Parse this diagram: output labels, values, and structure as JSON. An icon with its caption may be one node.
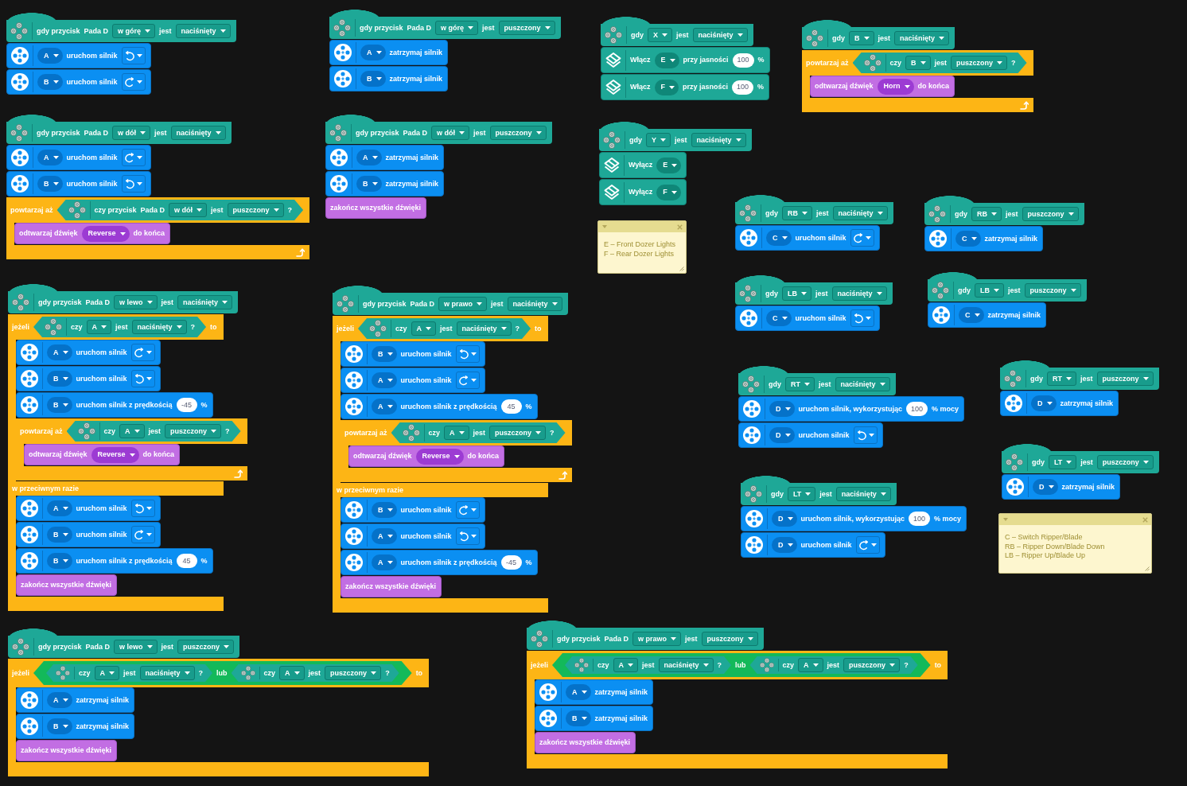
{
  "diagram": {
    "nodes": [
      {
        "text": [
          "gdy przycisk",
          "Pada D",
          "w górę",
          "jest",
          "naciśnięty"
        ]
      },
      {
        "text": [
          "A",
          "uruchom silnik"
        ]
      },
      {
        "text": [
          "B",
          "uruchom silnik"
        ]
      },
      {
        "text": [
          "gdy przycisk",
          "Pada D",
          "w górę",
          "jest",
          "puszczony"
        ]
      },
      {
        "text": [
          "A",
          "zatrzymaj silnik"
        ]
      },
      {
        "text": [
          "B",
          "zatrzymaj silnik"
        ]
      },
      {
        "text": [
          "gdy",
          "X",
          "jest",
          "naciśnięty"
        ]
      },
      {
        "text": [
          "Włącz",
          "E",
          "przy jasności",
          "100",
          "%"
        ]
      },
      {
        "text": [
          "Włącz",
          "F",
          "przy jasności",
          "100",
          "%"
        ]
      },
      {
        "text": [
          "gdy",
          "B",
          "jest",
          "naciśnięty"
        ]
      },
      {
        "text": [
          "powtarzaj aż"
        ]
      },
      {
        "text": [
          "czy",
          "B",
          "jest",
          "puszczony",
          "?"
        ],
        "in": 10
      },
      {
        "text": [
          "odtwarzaj dźwięk",
          "Horn",
          "do końca"
        ],
        "in": 10
      },
      {
        "text": [
          "gdy przycisk",
          "Pada D",
          "w dół",
          "jest",
          "naciśnięty"
        ]
      },
      {
        "text": [
          "A",
          "uruchom silnik"
        ]
      },
      {
        "text": [
          "B",
          "uruchom silnik"
        ]
      },
      {
        "text": [
          "powtarzaj aż"
        ]
      },
      {
        "text": [
          "czy przycisk",
          "Pada D",
          "w dół",
          "jest",
          "puszczony",
          "?"
        ],
        "in": 16
      },
      {
        "text": [
          "odtwarzaj dźwięk",
          "Reverse",
          "do końca"
        ],
        "in": 16
      },
      {
        "text": [
          "gdy przycisk",
          "Pada D",
          "w dół",
          "jest",
          "puszczony"
        ]
      },
      {
        "text": [
          "A",
          "zatrzymaj silnik"
        ]
      },
      {
        "text": [
          "B",
          "zatrzymaj silnik"
        ]
      },
      {
        "text": [
          "zakończ wszystkie dźwięki"
        ]
      },
      {
        "text": [
          "gdy",
          "Y",
          "jest",
          "naciśnięty"
        ]
      },
      {
        "text": [
          "Wyłącz",
          "E"
        ]
      },
      {
        "text": [
          "Wyłącz",
          "F"
        ]
      },
      {
        "text": [
          "E – Front Dozer Lights",
          "F – Rear Dozer Lights"
        ]
      },
      {
        "text": [
          "gdy",
          "RB",
          "jest",
          "naciśnięty"
        ]
      },
      {
        "text": [
          "C",
          "uruchom silnik"
        ]
      },
      {
        "text": [
          "gdy",
          "RB",
          "jest",
          "puszczony"
        ]
      },
      {
        "text": [
          "C",
          "zatrzymaj silnik"
        ]
      },
      {
        "text": [
          "gdy",
          "LB",
          "jest",
          "naciśnięty"
        ]
      },
      {
        "text": [
          "C",
          "uruchom silnik"
        ]
      },
      {
        "text": [
          "gdy",
          "LB",
          "jest",
          "puszczony"
        ]
      },
      {
        "text": [
          "C",
          "zatrzymaj silnik"
        ]
      },
      {
        "text": [
          "gdy przycisk",
          "Pada D",
          "w lewo",
          "jest",
          "naciśnięty"
        ]
      },
      {
        "text": [
          "jeżeli",
          "to",
          "w przeciwnym razie"
        ]
      },
      {
        "text": [
          "czy",
          "A",
          "jest",
          "naciśnięty",
          "?"
        ],
        "in": 36
      },
      {
        "text": [
          "A",
          "uruchom silnik"
        ],
        "in": 36
      },
      {
        "text": [
          "B",
          "uruchom silnik"
        ],
        "in": 36
      },
      {
        "text": [
          "B",
          "uruchom silnik z prędkością",
          "-45",
          "%"
        ],
        "in": 36
      },
      {
        "text": [
          "powtarzaj aż"
        ],
        "in": 36
      },
      {
        "text": [
          "czy",
          "A",
          "jest",
          "puszczony",
          "?"
        ],
        "in": 41
      },
      {
        "text": [
          "odtwarzaj dźwięk",
          "Reverse",
          "do końca"
        ],
        "in": 41
      },
      {
        "text": [
          "A",
          "uruchom silnik"
        ],
        "in": 36
      },
      {
        "text": [
          "B",
          "uruchom silnik"
        ],
        "in": 36
      },
      {
        "text": [
          "B",
          "uruchom silnik z prędkością",
          "45",
          "%"
        ],
        "in": 36
      },
      {
        "text": [
          "zakończ wszystkie dźwięki"
        ],
        "in": 36
      },
      {
        "text": [
          "gdy przycisk",
          "Pada D",
          "w prawo",
          "jest",
          "naciśnięty"
        ]
      },
      {
        "text": [
          "jeżeli",
          "to",
          "w przeciwnym razie"
        ]
      },
      {
        "text": [
          "czy",
          "A",
          "jest",
          "naciśnięty",
          "?"
        ],
        "in": 49
      },
      {
        "text": [
          "B",
          "uruchom silnik"
        ],
        "in": 49
      },
      {
        "text": [
          "A",
          "uruchom silnik"
        ],
        "in": 49
      },
      {
        "text": [
          "A",
          "uruchom silnik z prędkością",
          "45",
          "%"
        ],
        "in": 49
      },
      {
        "text": [
          "powtarzaj aż"
        ],
        "in": 49
      },
      {
        "text": [
          "czy",
          "A",
          "jest",
          "puszczony",
          "?"
        ],
        "in": 54
      },
      {
        "text": [
          "odtwarzaj dźwięk",
          "Reverse",
          "do końca"
        ],
        "in": 54
      },
      {
        "text": [
          "B",
          "uruchom silnik"
        ],
        "in": 49
      },
      {
        "text": [
          "A",
          "uruchom silnik"
        ],
        "in": 49
      },
      {
        "text": [
          "A",
          "uruchom silnik z prędkością",
          "-45",
          "%"
        ],
        "in": 49
      },
      {
        "text": [
          "zakończ wszystkie dźwięki"
        ],
        "in": 49
      },
      {
        "text": [
          "gdy",
          "RT",
          "jest",
          "naciśnięty"
        ]
      },
      {
        "text": [
          "D",
          "uruchom silnik, wykorzystując",
          "100",
          "% mocy"
        ]
      },
      {
        "text": [
          "D",
          "uruchom silnik"
        ]
      },
      {
        "text": [
          "gdy",
          "RT",
          "jest",
          "puszczony"
        ]
      },
      {
        "text": [
          "D",
          "zatrzymaj silnik"
        ]
      },
      {
        "text": [
          "gdy",
          "LT",
          "jest",
          "puszczony"
        ]
      },
      {
        "text": [
          "D",
          "zatrzymaj silnik"
        ]
      },
      {
        "text": [
          "gdy",
          "LT",
          "jest",
          "naciśnięty"
        ]
      },
      {
        "text": [
          "D",
          "uruchom silnik, wykorzystując",
          "100",
          "% mocy"
        ]
      },
      {
        "text": [
          "D",
          "uruchom silnik"
        ]
      },
      {
        "text": [
          "C – Switch Ripper/Blade",
          "RB – Ripper Down/Blade Down",
          "LB – Ripper Up/Blade Up"
        ]
      },
      {
        "text": [
          "gdy przycisk",
          "Pada D",
          "w lewo",
          "jest",
          "puszczony"
        ]
      },
      {
        "text": [
          "jeżeli",
          "to"
        ]
      },
      {
        "text": [
          "lub"
        ],
        "in": 73
      },
      {
        "text": [
          "czy",
          "A",
          "jest",
          "naciśnięty",
          "?"
        ],
        "in": 74
      },
      {
        "text": [
          "czy",
          "A",
          "jest",
          "puszczony",
          "?"
        ],
        "in": 74
      },
      {
        "text": [
          "A",
          "zatrzymaj silnik"
        ],
        "in": 73
      },
      {
        "text": [
          "B",
          "zatrzymaj silnik"
        ],
        "in": 73
      },
      {
        "text": [
          "zakończ wszystkie dźwięki"
        ],
        "in": 73
      },
      {
        "text": [
          "gdy przycisk",
          "Pada D",
          "w prawo",
          "jest",
          "puszczony"
        ]
      },
      {
        "text": [
          "jeżeli",
          "to"
        ]
      },
      {
        "text": [
          "lub"
        ],
        "in": 81
      },
      {
        "text": [
          "czy",
          "A",
          "jest",
          "naciśnięty",
          "?"
        ],
        "in": 82
      },
      {
        "text": [
          "czy",
          "A",
          "jest",
          "puszczony",
          "?"
        ],
        "in": 82
      },
      {
        "text": [
          "A",
          "zatrzymaj silnik"
        ],
        "in": 81
      },
      {
        "text": [
          "B",
          "zatrzymaj silnik"
        ],
        "in": 81
      },
      {
        "text": [
          "zakończ wszystkie dźwięki"
        ],
        "in": 81
      }
    ]
  }
}
